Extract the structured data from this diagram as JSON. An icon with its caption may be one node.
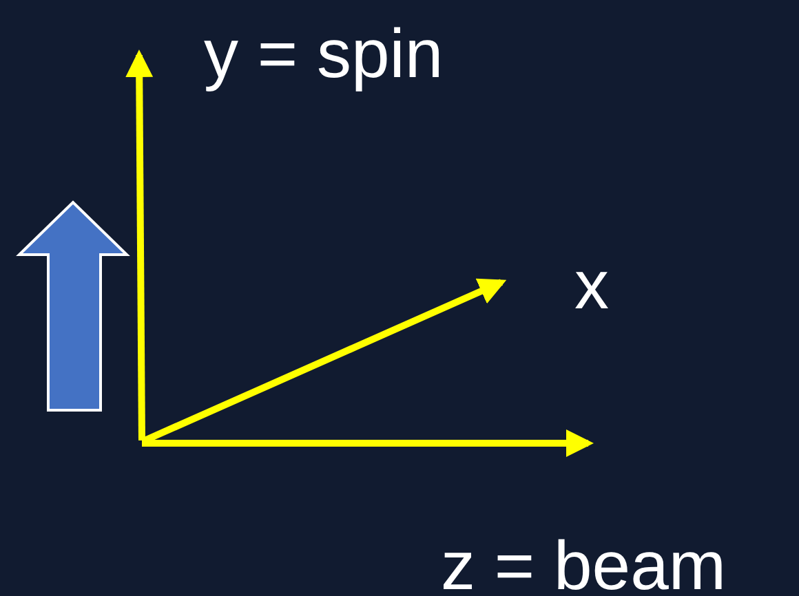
{
  "diagram": {
    "labels": [
      "y = spin",
      "x",
      "z = beam"
    ]
  }
}
